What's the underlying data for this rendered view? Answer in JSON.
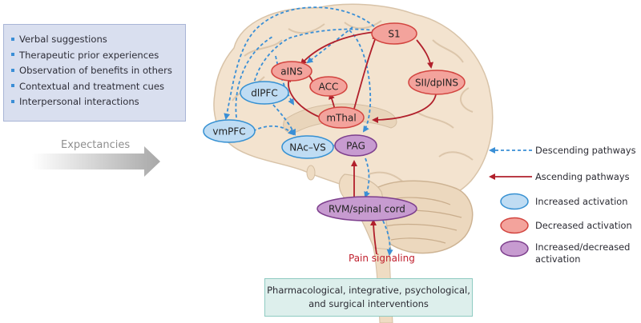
{
  "cues": {
    "items": [
      "Verbal suggestions",
      "Therapeutic prior experiences",
      "Observation of benefits in others",
      "Contextual and treatment cues",
      "Interpersonal interactions"
    ]
  },
  "expectancies": "Expectancies",
  "regions": {
    "s1": "S1",
    "sii": "SII/dpINS",
    "ains": "aINS",
    "acc": "ACC",
    "dlpfc": "dlPFC",
    "mthal": "mThal",
    "vmpfc": "vmPFC",
    "nac": "NAc–VS",
    "pag": "PAG",
    "rvm": "RVM/spinal cord"
  },
  "pain_signaling": "Pain signaling",
  "interventions": {
    "line1": "Pharmacological, integrative, psychological,",
    "line2": "and surgical interventions"
  },
  "legend": {
    "descending": "Descending pathways",
    "ascending": "Ascending pathways",
    "increased": "Increased activation",
    "decreased": "Decreased activation",
    "mixed_line1": "Increased/decreased",
    "mixed_line2": "activation"
  },
  "colors": {
    "increased_fill": "#bfdcf3",
    "increased_stroke": "#3590d2",
    "decreased_fill": "#f3a39c",
    "decreased_stroke": "#d2443f",
    "mixed_fill": "#c79bd0",
    "mixed_stroke": "#7d3f8d",
    "descending_arrow": "#3a8fd6",
    "ascending_arrow": "#b11f2b",
    "brain_fill": "#f3e3cf"
  }
}
